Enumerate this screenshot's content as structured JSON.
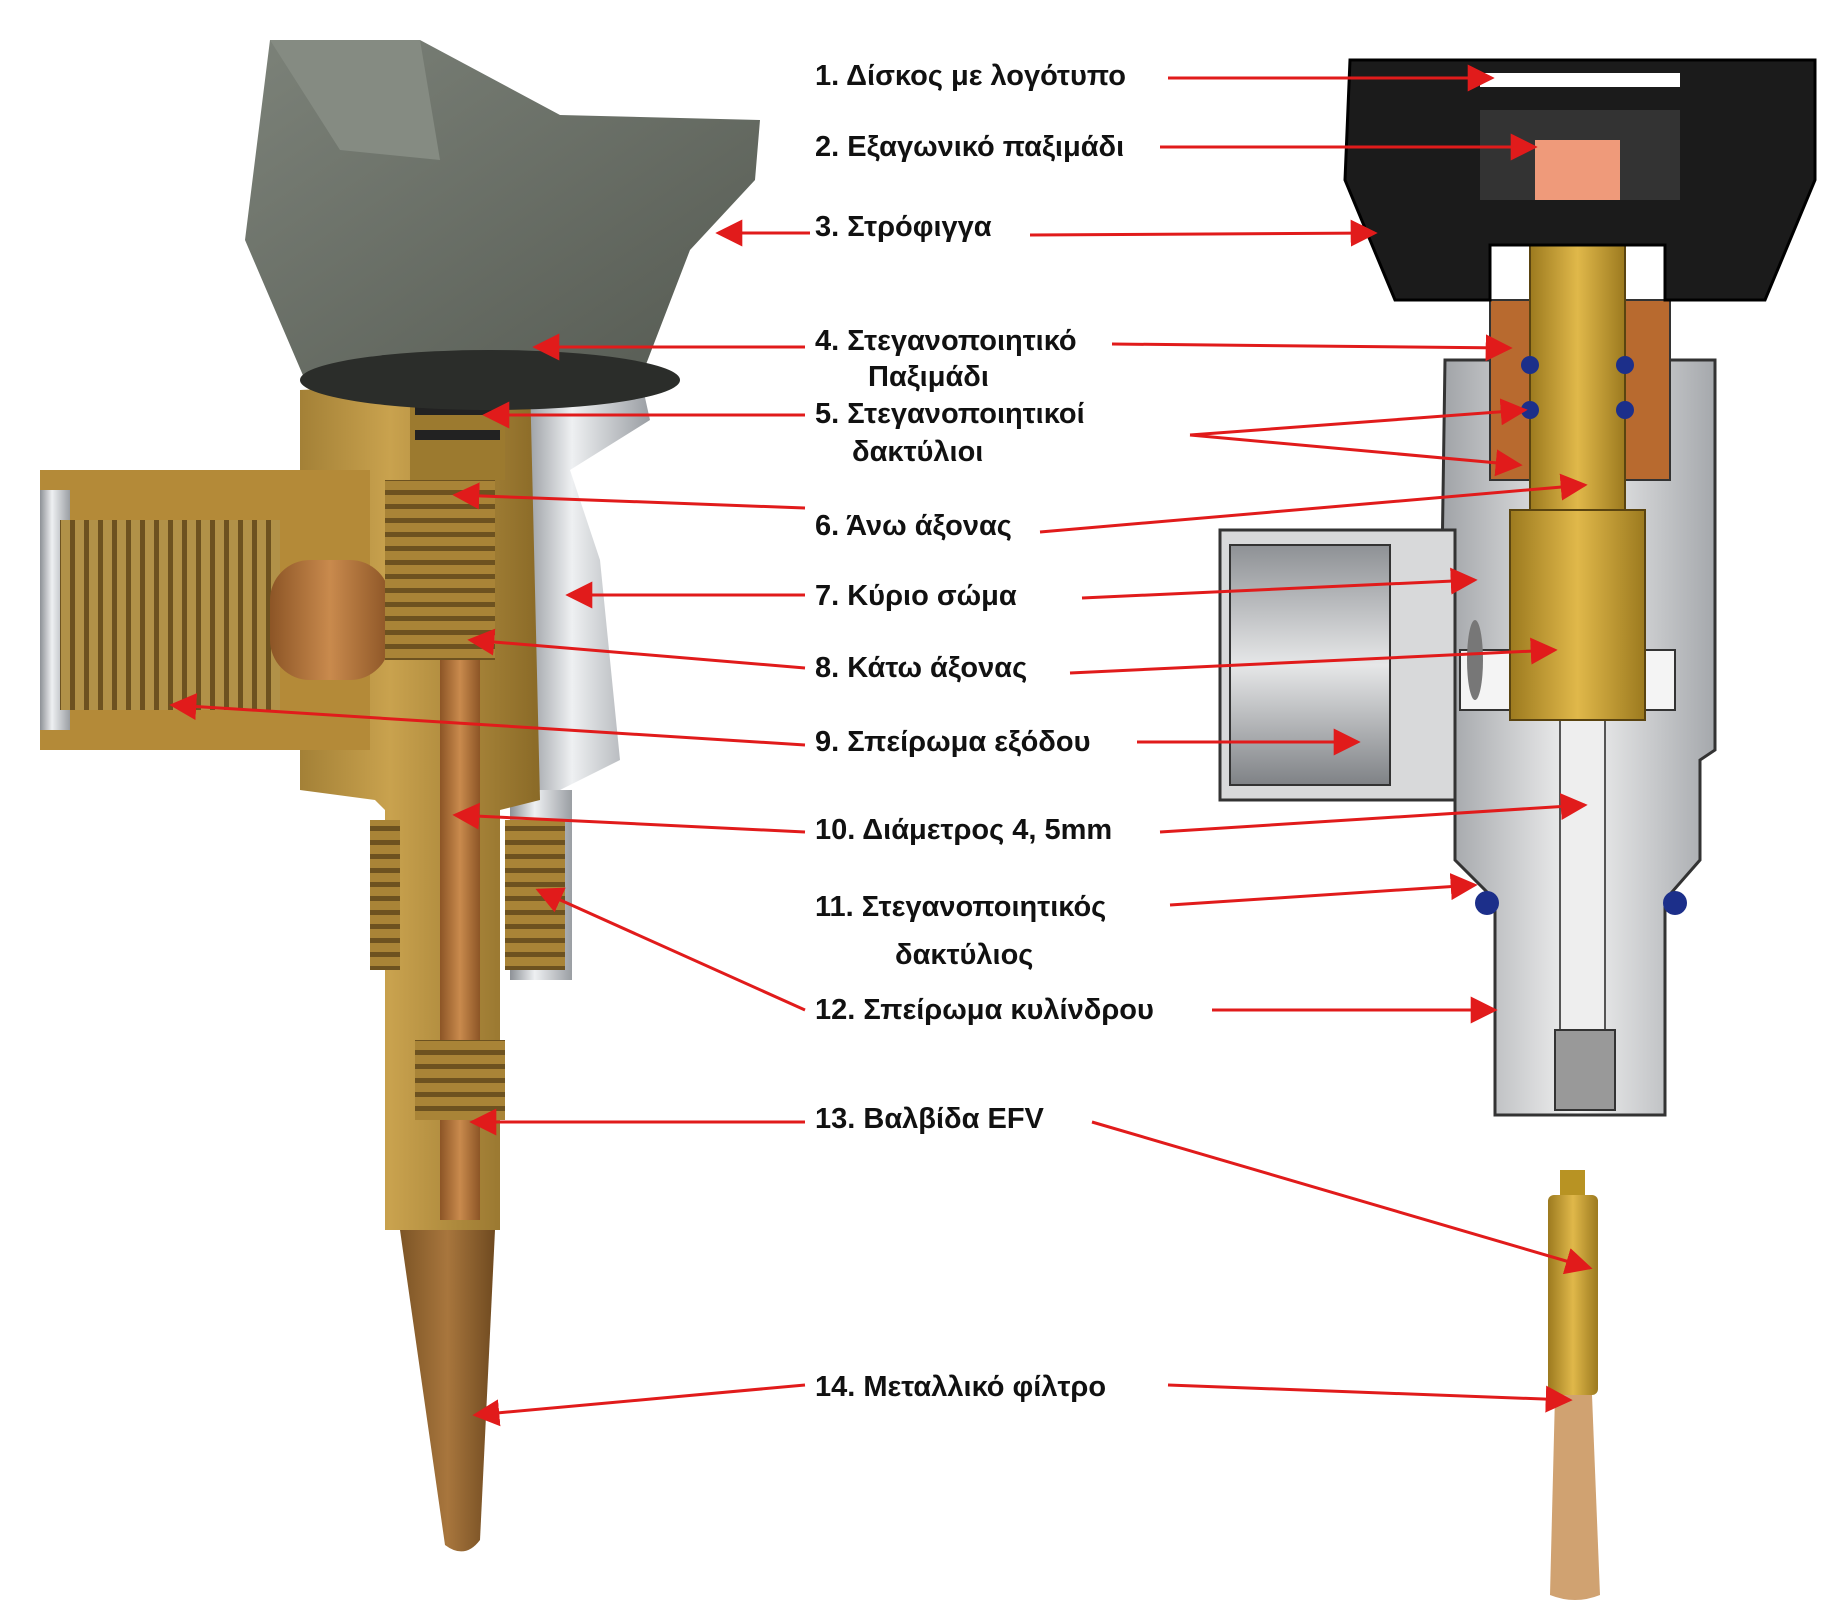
{
  "colors": {
    "arrow": "#e11b1b",
    "knob_photo": "#6b7168",
    "brass": "#b08a3a",
    "copper": "#b5773c",
    "chrome": "#c9ccd0",
    "knob_drawing": "#1a1a1a",
    "body_drawing": "#d8d8d8",
    "filter": "#b98d5f"
  },
  "labels": [
    {
      "id": "1",
      "lines": [
        "1. Δίσκος με λογότυπο"
      ]
    },
    {
      "id": "2",
      "lines": [
        "2. Εξαγωνικό παξιμάδι"
      ]
    },
    {
      "id": "3",
      "lines": [
        "3. Στρόφιγγα"
      ]
    },
    {
      "id": "4",
      "lines": [
        "4. Στεγανοποιητικό",
        "Παξιμάδι"
      ]
    },
    {
      "id": "5",
      "lines": [
        "5. Στεγανοποιητικοί",
        "δακτύλιοι"
      ]
    },
    {
      "id": "6",
      "lines": [
        "6. Άνω άξονας"
      ]
    },
    {
      "id": "7",
      "lines": [
        "7. Κύριο σώμα"
      ]
    },
    {
      "id": "8",
      "lines": [
        "8. Κάτω άξονας"
      ]
    },
    {
      "id": "9",
      "lines": [
        "9. Σπείρωμα εξόδου"
      ]
    },
    {
      "id": "10",
      "lines": [
        "10. Διάμετρος 4, 5mm"
      ]
    },
    {
      "id": "11",
      "lines": [
        "11. Στεγανοποιητικός",
        "δακτύλιος"
      ]
    },
    {
      "id": "12",
      "lines": [
        "12. Σπείρωμα κυλίνδρου"
      ]
    },
    {
      "id": "13",
      "lines": [
        "13. Βαλβίδα  EFV"
      ]
    },
    {
      "id": "14",
      "lines": [
        "14. Μεταλλικό  φίλτρο"
      ]
    }
  ]
}
